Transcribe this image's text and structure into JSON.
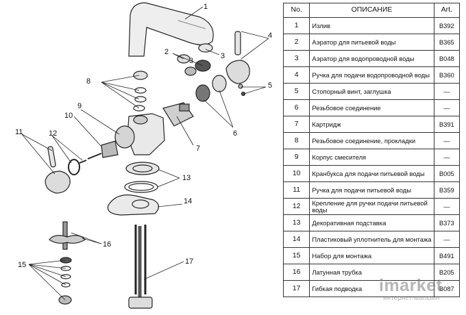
{
  "table": {
    "headers": {
      "no": "No.",
      "desc": "ОПИСАНИЕ",
      "art": "Art."
    },
    "rows": [
      {
        "no": "1",
        "desc": "Излив",
        "art": "B392"
      },
      {
        "no": "2",
        "desc": "Аэратор для питьевой воды",
        "art": "B365"
      },
      {
        "no": "3",
        "desc": "Аэратор для водопроводной воды",
        "art": "B048"
      },
      {
        "no": "4",
        "desc": "Ручка для подачи водопроводной воды",
        "art": "B360"
      },
      {
        "no": "5",
        "desc": "Стопорный винт, заглушка",
        "art": "—"
      },
      {
        "no": "6",
        "desc": "Резьбовое соединение",
        "art": "—"
      },
      {
        "no": "7",
        "desc": "Картридж",
        "art": "B391"
      },
      {
        "no": "8",
        "desc": "Резьбовое соединение, прокладки",
        "art": "—"
      },
      {
        "no": "9",
        "desc": "Корпус смесителя",
        "art": "—"
      },
      {
        "no": "10",
        "desc": "Кранбукса для подачи питьевой воды",
        "art": "B005"
      },
      {
        "no": "11",
        "desc": "Ручка для подачи питьевой воды",
        "art": "B359"
      },
      {
        "no": "12",
        "desc": "Крепление для ручки подачи питьевой воды",
        "art": "—"
      },
      {
        "no": "13",
        "desc": "Декоративная подставка",
        "art": "B373"
      },
      {
        "no": "14",
        "desc": "Пластиковый уплотнитель для монтажа",
        "art": "—"
      },
      {
        "no": "15",
        "desc": "Набор для монтажа",
        "art": "B491"
      },
      {
        "no": "16",
        "desc": "Латунная трубка",
        "art": "B205"
      },
      {
        "no": "17",
        "desc": "Гибкая подводка",
        "art": "B087"
      }
    ]
  },
  "diagram": {
    "callouts": [
      "1",
      "2",
      "3",
      "3",
      "4",
      "5",
      "6",
      "7",
      "8",
      "9",
      "10",
      "11",
      "12",
      "13",
      "14",
      "15",
      "16",
      "17"
    ]
  },
  "watermark": {
    "big": "imarket",
    "small": "интернет-магазин"
  }
}
